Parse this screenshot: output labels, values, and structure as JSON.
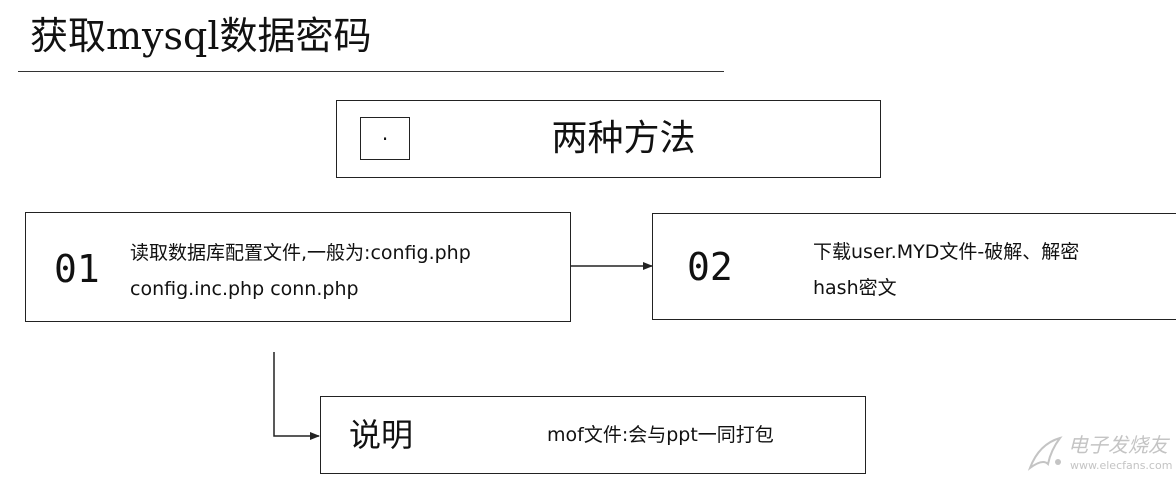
{
  "title": "获取mysql数据密码",
  "methods_box": {
    "bullet": "·",
    "label": "两种方法"
  },
  "step_01": {
    "number": "01",
    "line1": "读取数据库配置文件,一般为:config.php",
    "line2": "config.inc.php conn.php"
  },
  "step_02": {
    "number": "02",
    "line1": "下载user.MYD文件-破解、解密",
    "line2": "hash密文"
  },
  "note": {
    "title": "说明",
    "text": "mof文件:会与ppt一同打包"
  },
  "watermark": {
    "site_cn": "电子发烧友",
    "site_url": "www.elecfans.com"
  },
  "colors": {
    "line": "#222222",
    "text": "#111111",
    "watermark": "#c4c4c4"
  }
}
